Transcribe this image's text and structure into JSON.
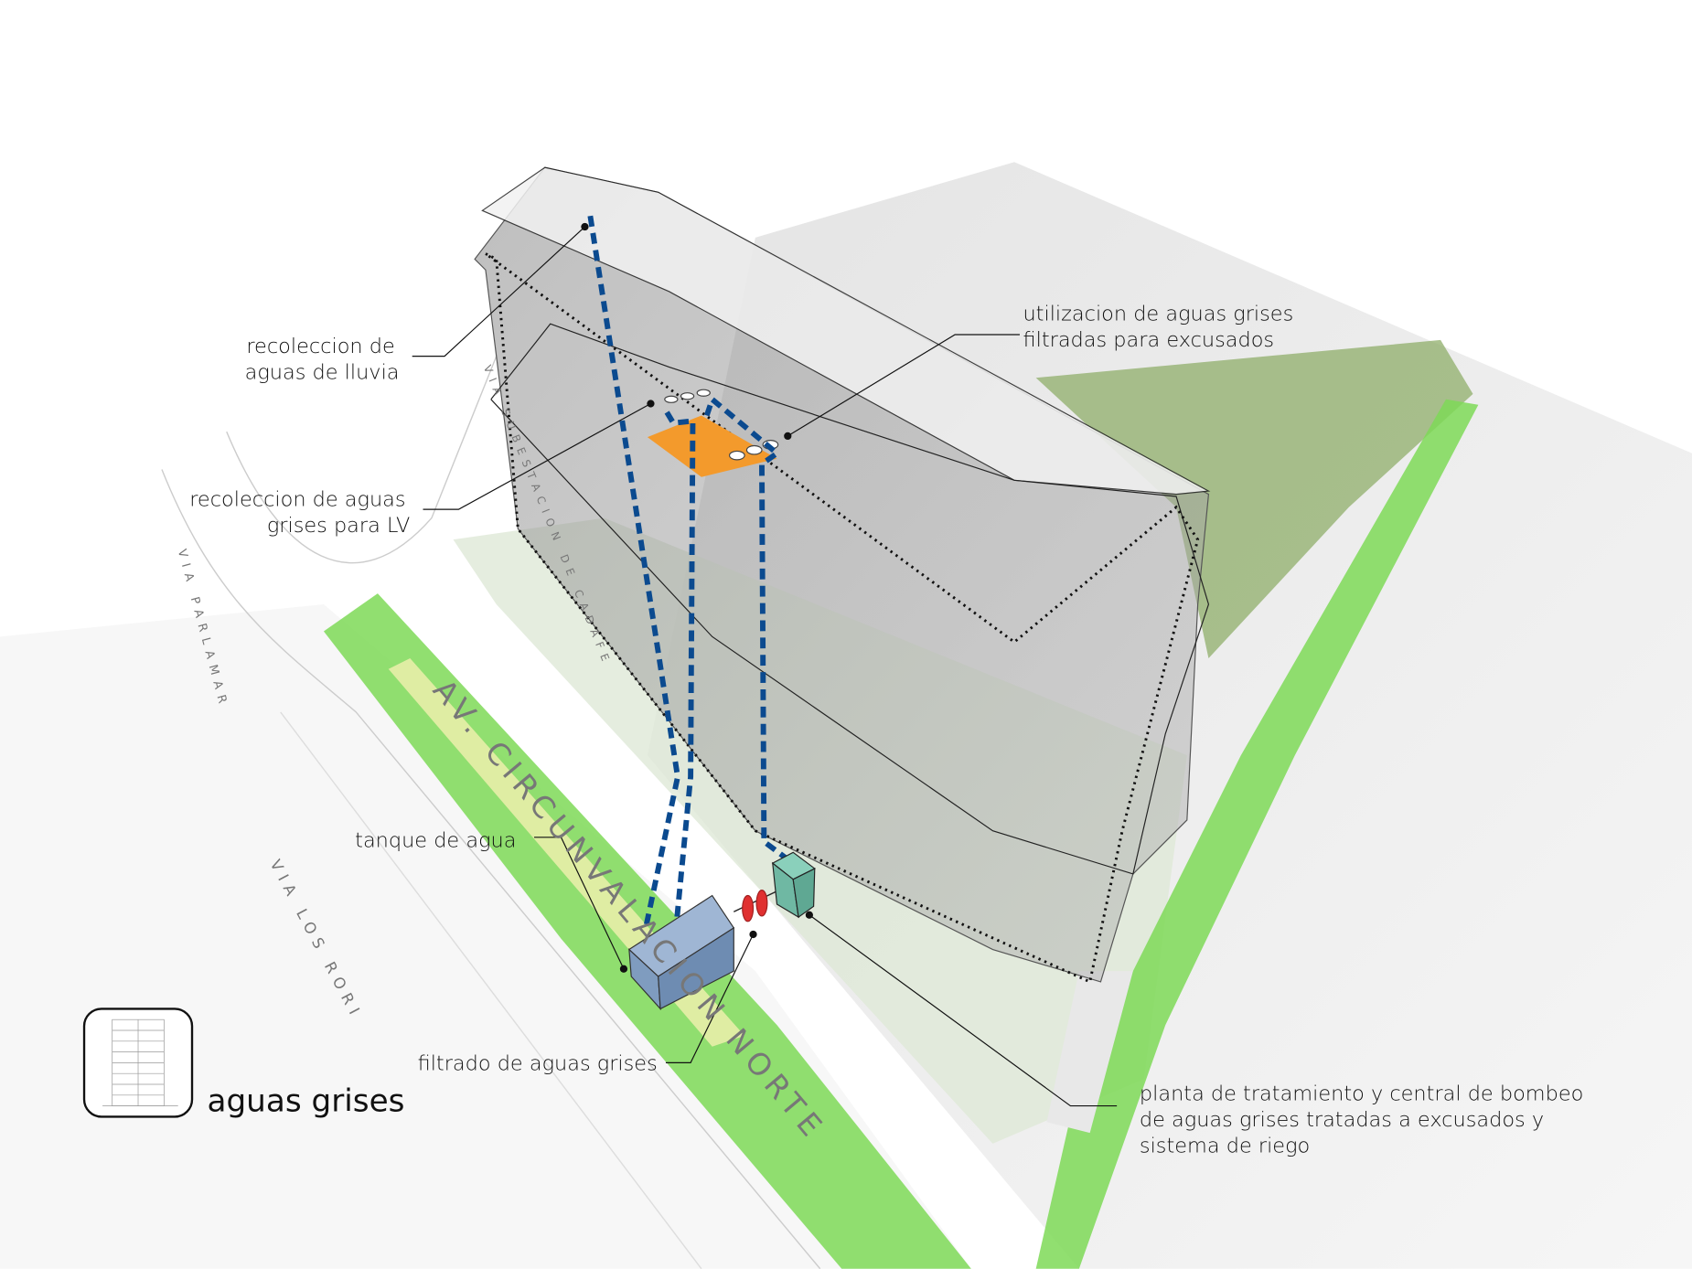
{
  "labels": {
    "rain_collection": [
      "recoleccion de",
      "aguas de lluvia"
    ],
    "greywater_collection": [
      "recoleccion de aguas",
      "grises para LV"
    ],
    "filtered_use": [
      "utilizacion de aguas grises",
      "filtradas para excusados"
    ],
    "water_tank": "tanque de agua",
    "greywater_filter": "filtrado de aguas grises",
    "treatment_plant": [
      "planta de tratamiento y central de bombeo",
      "de aguas grises tratadas a excusados y",
      "sistema de riego"
    ]
  },
  "streets": {
    "main_avenue": "AV. CIRCUNVALACION NORTE",
    "via_cadafe": "VIA SUBESTACION DE CADAFE",
    "via_parlamar": "VIA PARLAMAR",
    "via_rori": "VIA LOS RORI"
  },
  "legend": {
    "title": "aguas grises",
    "icon": "building-section-icon"
  },
  "colors": {
    "pipe": "#0b4a8f",
    "orange_slab": "#f39a2c",
    "tank": "#7f9cbf",
    "treatment_unit": "#6fb8a3",
    "filter": "#e03030",
    "vegetation": "#7ed957",
    "forest": "#8fae6a"
  }
}
